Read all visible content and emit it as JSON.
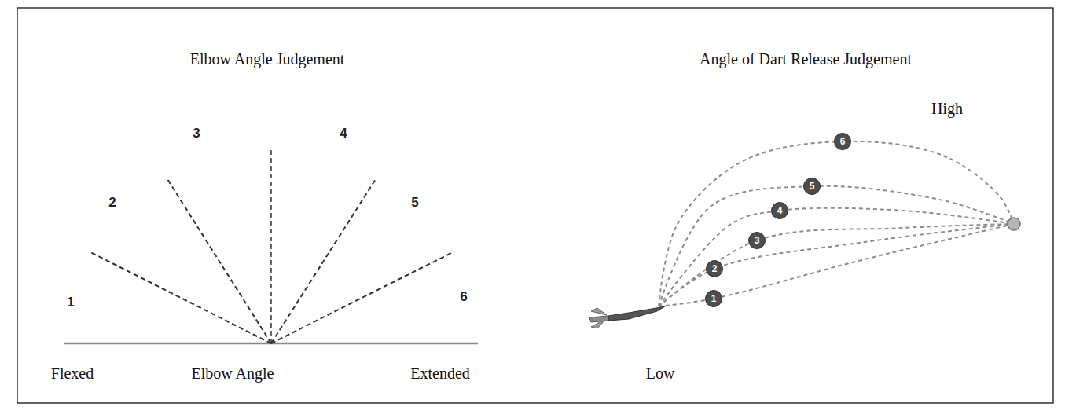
{
  "diagram": {
    "nodes": [
      {
        "text": [
          "1"
        ]
      },
      {
        "text": [
          "2"
        ]
      },
      {
        "text": [
          "3"
        ]
      },
      {
        "text": [
          "4"
        ]
      },
      {
        "text": [
          "5"
        ]
      },
      {
        "text": [
          "6"
        ]
      }
    ],
    "labels": [
      "Elbow Angle Judgement",
      "Angle of Dart Release Judgement",
      "1",
      "2",
      "3",
      "4",
      "5",
      "6",
      "High",
      "Flexed",
      "Elbow Angle",
      "Extended",
      "Low"
    ]
  }
}
